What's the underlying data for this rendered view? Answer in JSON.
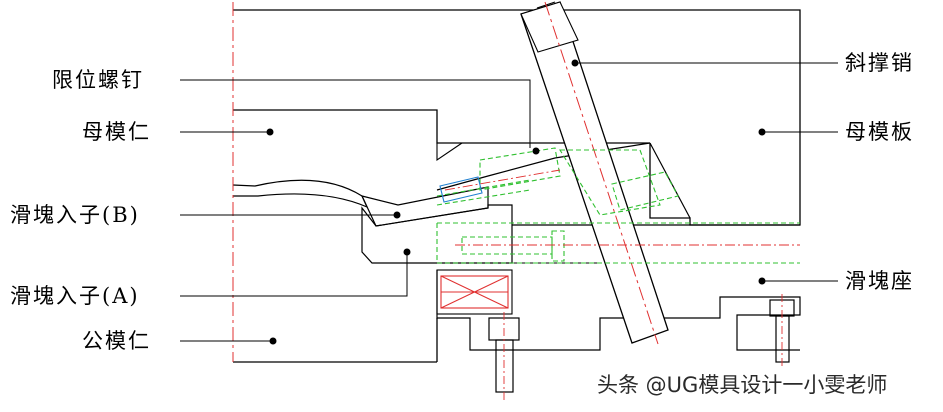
{
  "labels": {
    "limit_screw": "限位螺钉",
    "cavity_insert": "母模仁",
    "slider_insert_b": "滑塊入子(B)",
    "slider_insert_a": "滑塊入子(A)",
    "core_insert": "公模仁",
    "angle_pin": "斜撑销",
    "cavity_plate": "母模板",
    "slider_seat": "滑塊座"
  },
  "watermark": "头条 @UG模具设计一小雯老师",
  "colors": {
    "outline": "#000000",
    "centerline": "#e03030",
    "hidden": "#30c030",
    "spring": "#e03030",
    "leader": "#000000"
  }
}
